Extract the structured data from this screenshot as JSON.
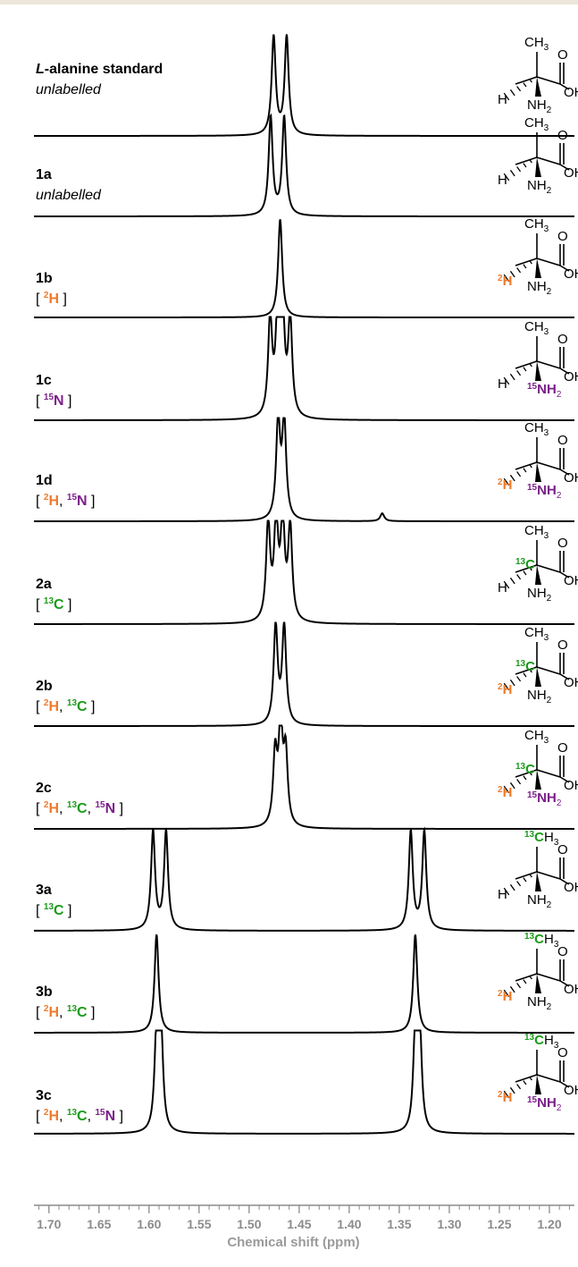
{
  "chart_data": {
    "type": "line",
    "title": "",
    "xlabel": "Chemical shift (ppm)",
    "ylabel": "",
    "xlim": [
      1.715,
      1.175
    ],
    "x_reversed": true,
    "x_ticks": [
      "1.70",
      "1.65",
      "1.60",
      "1.55",
      "1.50",
      "1.45",
      "1.40",
      "1.35",
      "1.30",
      "1.25",
      "1.20"
    ],
    "colors": {
      "H2": "#f07a28",
      "N15": "#7b1f8a",
      "C13": "#1a9a1a",
      "trace": "#000000",
      "axis": "#8c8c8c"
    },
    "series": [
      {
        "name": "L-alanine standard",
        "label": "unlabelled",
        "label_style": "italic",
        "labels_isotopes": [],
        "peaks": [
          1.4755,
          1.4625
        ],
        "rel_heights": [
          1.0,
          1.0
        ],
        "molecule": {
          "alpha_H": "H",
          "alpha_C_label": "",
          "methyl_label": "",
          "amine_label": ""
        }
      },
      {
        "name": "1a",
        "label": "unlabelled",
        "label_style": "italic",
        "labels_isotopes": [],
        "peaks": [
          1.4785,
          1.465
        ],
        "rel_heights": [
          1.0,
          1.0
        ],
        "molecule": {
          "alpha_H": "H",
          "alpha_C_label": "",
          "methyl_label": "",
          "amine_label": ""
        }
      },
      {
        "name": "1b",
        "label": "",
        "label_style": "isotopes",
        "labels_isotopes": [
          {
            "mass": "2",
            "el": "H",
            "color": "H2"
          }
        ],
        "peaks": [
          1.469
        ],
        "rel_heights": [
          1.0
        ],
        "molecule": {
          "alpha_H": "2H",
          "alpha_C_label": "",
          "methyl_label": "",
          "amine_label": ""
        }
      },
      {
        "name": "1c",
        "label": "",
        "label_style": "isotopes",
        "labels_isotopes": [
          {
            "mass": "15",
            "el": "N",
            "color": "N15"
          }
        ],
        "peaks": [
          1.479,
          1.4715,
          1.4665,
          1.459
        ],
        "rel_heights": [
          1.0,
          1.0,
          1.0,
          1.0
        ],
        "molecule": {
          "alpha_H": "H",
          "alpha_C_label": "",
          "methyl_label": "",
          "amine_label": "15N"
        }
      },
      {
        "name": "1d",
        "label": "",
        "label_style": "isotopes",
        "labels_isotopes": [
          {
            "mass": "2",
            "el": "H",
            "color": "H2"
          },
          {
            "mass": "15",
            "el": "N",
            "color": "N15"
          }
        ],
        "peaks": [
          1.471,
          1.465,
          1.367
        ],
        "rel_heights": [
          1.0,
          1.0,
          0.08
        ],
        "molecule": {
          "alpha_H": "2H",
          "alpha_C_label": "",
          "methyl_label": "",
          "amine_label": "15N"
        }
      },
      {
        "name": "2a",
        "label": "",
        "label_style": "isotopes",
        "labels_isotopes": [
          {
            "mass": "13",
            "el": "C",
            "color": "C13"
          }
        ],
        "peaks": [
          1.481,
          1.473,
          1.4665,
          1.459
        ],
        "rel_heights": [
          1.0,
          1.0,
          1.0,
          0.95
        ],
        "molecule": {
          "alpha_H": "H",
          "alpha_C_label": "13C",
          "methyl_label": "",
          "amine_label": ""
        }
      },
      {
        "name": "2b",
        "label": "",
        "label_style": "isotopes",
        "labels_isotopes": [
          {
            "mass": "2",
            "el": "H",
            "color": "H2"
          },
          {
            "mass": "13",
            "el": "C",
            "color": "C13"
          }
        ],
        "peaks": [
          1.4735,
          1.465
        ],
        "rel_heights": [
          1.0,
          1.0
        ],
        "molecule": {
          "alpha_H": "2H",
          "alpha_C_label": "13C",
          "methyl_label": "",
          "amine_label": ""
        }
      },
      {
        "name": "2c",
        "label": "",
        "label_style": "isotopes",
        "labels_isotopes": [
          {
            "mass": "2",
            "el": "H",
            "color": "H2"
          },
          {
            "mass": "13",
            "el": "C",
            "color": "C13"
          },
          {
            "mass": "15",
            "el": "N",
            "color": "N15"
          }
        ],
        "peaks": [
          1.474,
          1.4685,
          1.4635
        ],
        "rel_heights": [
          0.72,
          1.0,
          0.72
        ],
        "molecule": {
          "alpha_H": "2H",
          "alpha_C_label": "13C",
          "methyl_label": "",
          "amine_label": "15N"
        }
      },
      {
        "name": "3a",
        "label": "",
        "label_style": "isotopes",
        "labels_isotopes": [
          {
            "mass": "13",
            "el": "C",
            "color": "C13"
          }
        ],
        "peaks": [
          1.596,
          1.583,
          1.3385,
          1.325
        ],
        "rel_heights": [
          1.0,
          1.0,
          1.0,
          1.0
        ],
        "molecule": {
          "alpha_H": "H",
          "alpha_C_label": "",
          "methyl_label": "13C",
          "amine_label": ""
        }
      },
      {
        "name": "3b",
        "label": "",
        "label_style": "isotopes",
        "labels_isotopes": [
          {
            "mass": "2",
            "el": "H",
            "color": "H2"
          },
          {
            "mass": "13",
            "el": "C",
            "color": "C13"
          }
        ],
        "peaks": [
          1.5925,
          1.334
        ],
        "rel_heights": [
          1.0,
          1.0
        ],
        "molecule": {
          "alpha_H": "2H",
          "alpha_C_label": "",
          "methyl_label": "13C",
          "amine_label": ""
        }
      },
      {
        "name": "3c",
        "label": "",
        "label_style": "isotopes",
        "labels_isotopes": [
          {
            "mass": "2",
            "el": "H",
            "color": "H2"
          },
          {
            "mass": "13",
            "el": "C",
            "color": "C13"
          },
          {
            "mass": "15",
            "el": "N",
            "color": "N15"
          }
        ],
        "peaks": [
          1.5925,
          1.588,
          1.334,
          1.3295
        ],
        "rel_heights": [
          1.0,
          1.0,
          1.0,
          1.0
        ],
        "molecule": {
          "alpha_H": "2H",
          "alpha_C_label": "",
          "methyl_label": "13C",
          "amine_label": "15N"
        }
      }
    ]
  },
  "molecule_text": {
    "ch3": "CH",
    "ch3_sub": "3",
    "o": "O",
    "oh": "OH",
    "nh2": "NH",
    "nh2_sub": "2",
    "c": "C"
  }
}
